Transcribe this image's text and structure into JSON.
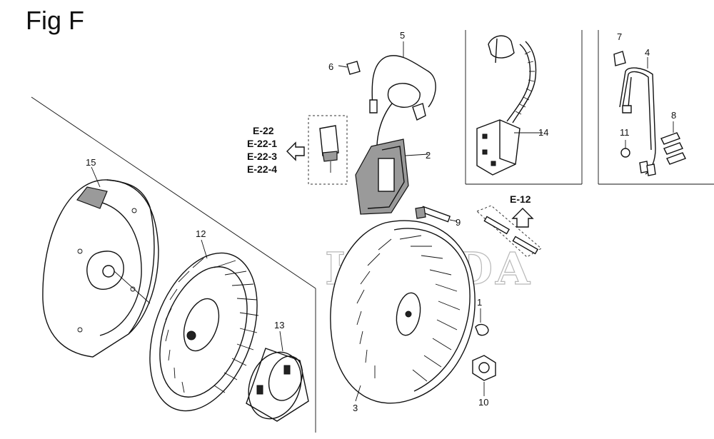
{
  "figure": {
    "title": "Fig F",
    "watermark": "HONDA"
  },
  "callouts": [
    "1",
    "2",
    "3",
    "4",
    "5",
    "6",
    "7",
    "8",
    "9",
    "10",
    "11",
    "12",
    "13",
    "14",
    "15"
  ],
  "references": {
    "left_group": [
      "E-22",
      "E-22-1",
      "E-22-3",
      "E-22-4"
    ],
    "upper_ref": "E-12"
  }
}
